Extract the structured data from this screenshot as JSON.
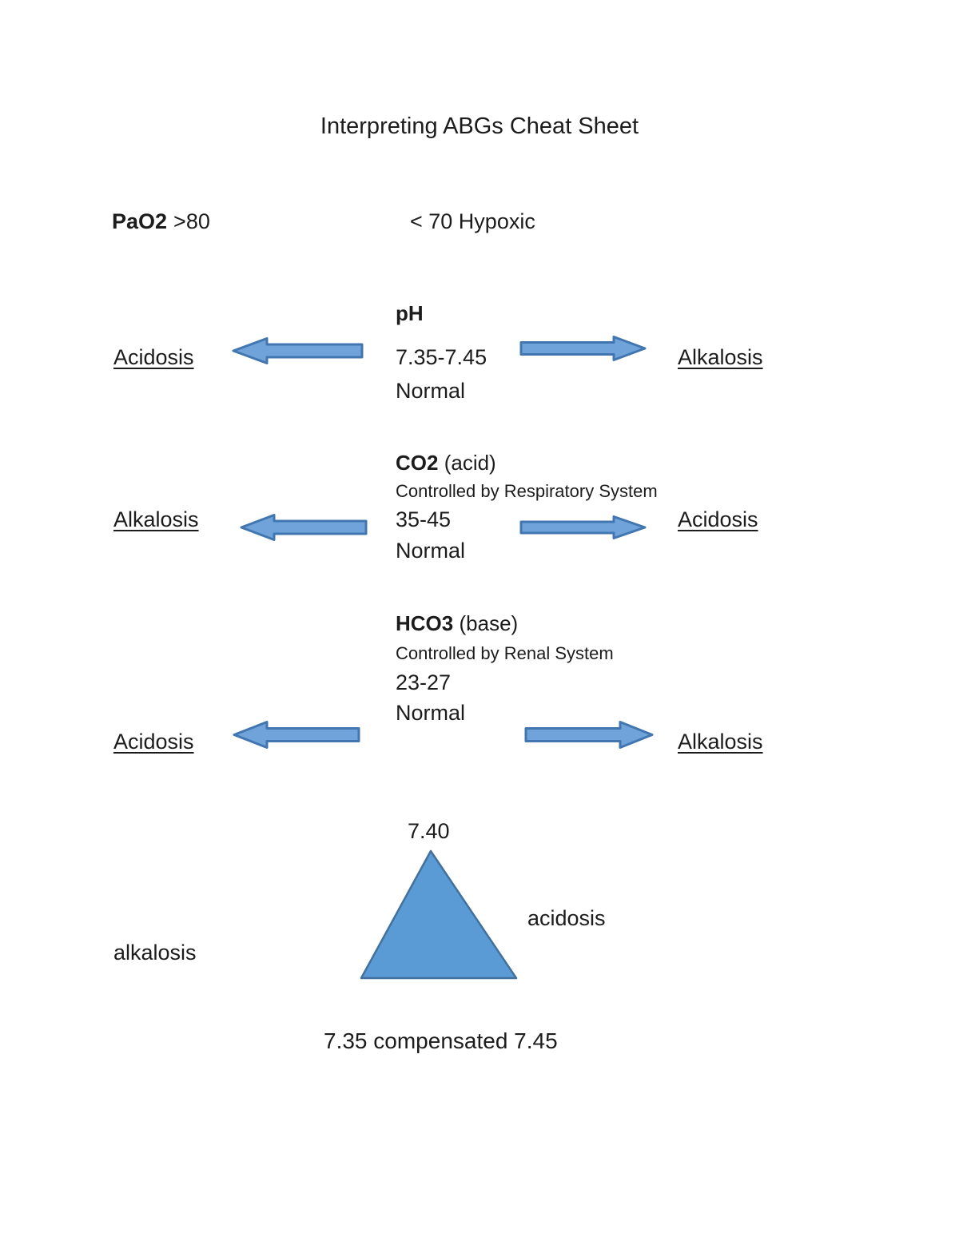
{
  "page_title": "Interpreting ABGs Cheat Sheet",
  "pao2": {
    "label": "PaO2",
    "value": ">80",
    "hypoxic_note": "< 70 Hypoxic"
  },
  "sections": {
    "ph": {
      "name": "pH",
      "qualifier": "",
      "controlled_by": "",
      "range": "7.35-7.45",
      "normal_label": "Normal",
      "left_label": "Acidosis",
      "right_label": "Alkalosis"
    },
    "co2": {
      "name": "CO2",
      "qualifier": "(acid)",
      "controlled_by": "Controlled by Respiratory System",
      "range": "35-45",
      "normal_label": "Normal",
      "left_label": "Alkalosis",
      "right_label": "Acidosis"
    },
    "hco3": {
      "name": "HCO3",
      "qualifier": "(base)",
      "controlled_by": "Controlled by Renal System",
      "range": "23-27",
      "normal_label": "Normal",
      "left_label": "Acidosis",
      "right_label": "Alkalosis"
    }
  },
  "ph_scale": {
    "apex_value": "7.40",
    "left_label": "alkalosis",
    "right_label": "acidosis",
    "bottom_text": "7.35 compensated 7.45"
  },
  "colors": {
    "arrow_fill": "#6FA3D9",
    "arrow_stroke": "#4176B0",
    "triangle_fill": "#5B9BD5",
    "triangle_stroke": "#41719C"
  }
}
